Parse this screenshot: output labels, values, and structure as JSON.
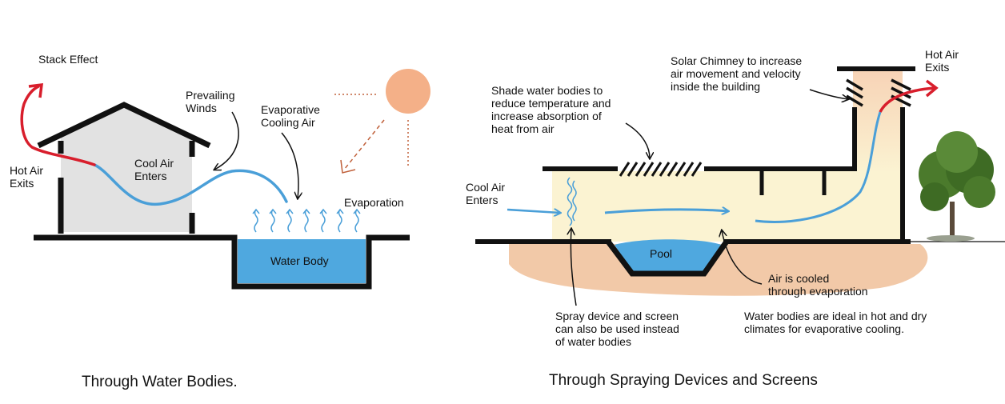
{
  "left_panel": {
    "stack_effect": "Stack Effect",
    "prevailing_winds": "Prevailing\nWinds",
    "evaporative_cooling_air": "Evaporative\nCooling Air",
    "hot_air_exits": "Hot Air\nExits",
    "cool_air_enters": "Cool Air\nEnters",
    "evaporation": "Evaporation",
    "water_body": "Water Body",
    "caption": "Through Water Bodies."
  },
  "right_panel": {
    "solar_chimney": "Solar Chimney to increase\nair movement and velocity\ninside the building",
    "hot_air_exits": "Hot Air\nExits",
    "shade_water_bodies": "Shade water bodies to\nreduce temperature and\nincrease absorption of\nheat from air",
    "cool_air_enters": "Cool Air\nEnters",
    "pool": "Pool",
    "air_is_cooled": "Air is cooled\nthrough evaporation",
    "spray_device": "Spray device and screen\ncan also be used instead\nof water bodies",
    "water_bodies_ideal": "Water bodies are ideal in hot and dry\nclimates for evaporative cooling.",
    "caption": "Through Spraying Devices and Screens"
  },
  "colors": {
    "hot_air": "#d81e2c",
    "cool_air": "#4a9fd8",
    "water": "#4fa8df",
    "ground": "#f2c9a8",
    "sun": "#f4b088",
    "structure": "#111111",
    "house_fill": "#e2e2e2",
    "interior_fill": "#fbf3d2",
    "tree": "#4b7a2c"
  }
}
